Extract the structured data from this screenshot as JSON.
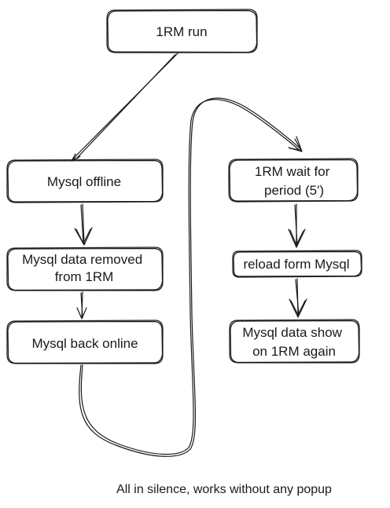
{
  "nodes": {
    "run": {
      "lines": [
        "1RM run"
      ]
    },
    "offline": {
      "lines": [
        "Mysql offline"
      ]
    },
    "removed": {
      "lines": [
        "Mysql data removed",
        "from 1RM"
      ]
    },
    "back_online": {
      "lines": [
        "Mysql back online"
      ]
    },
    "wait": {
      "lines": [
        "1RM wait for",
        "period  (5')"
      ]
    },
    "reload": {
      "lines": [
        "reload form Mysql"
      ]
    },
    "show_again": {
      "lines": [
        "Mysql data show",
        "on 1RM again"
      ]
    }
  },
  "caption": "All in silence, works without any popup",
  "style": {
    "stroke_color": "#1a1a1a",
    "background": "#ffffff"
  }
}
